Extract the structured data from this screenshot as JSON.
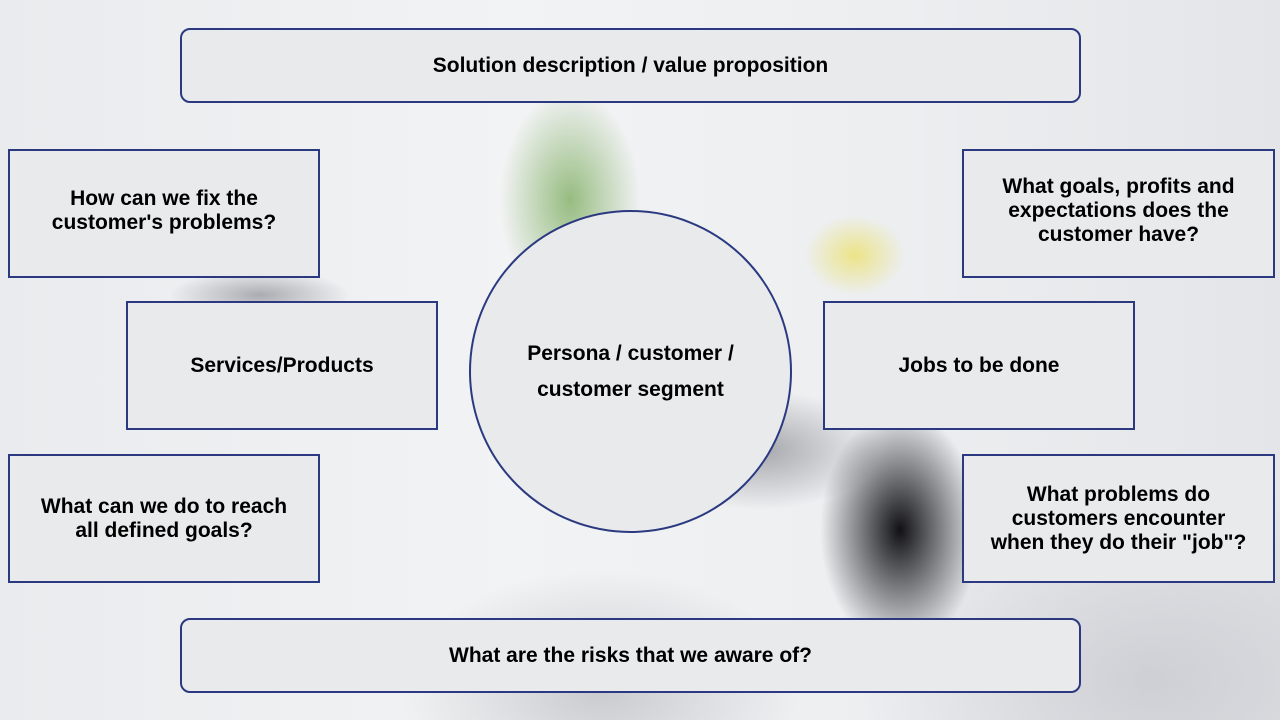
{
  "diagram": {
    "top_bar": "Solution description / value proposition",
    "bottom_bar": "What are the risks that we aware of?",
    "center": "Persona / customer / customer segment",
    "left": [
      "How can we fix the customer's problems?",
      "Services/Products",
      "What can we do to reach all defined goals?"
    ],
    "right": [
      "What goals, profits and expectations does the customer have?",
      "Jobs to be done",
      "What problems do customers encounter when they do their \"job\"?"
    ]
  },
  "colors": {
    "fill": "#e9eaec",
    "border": "#2b3a80"
  }
}
